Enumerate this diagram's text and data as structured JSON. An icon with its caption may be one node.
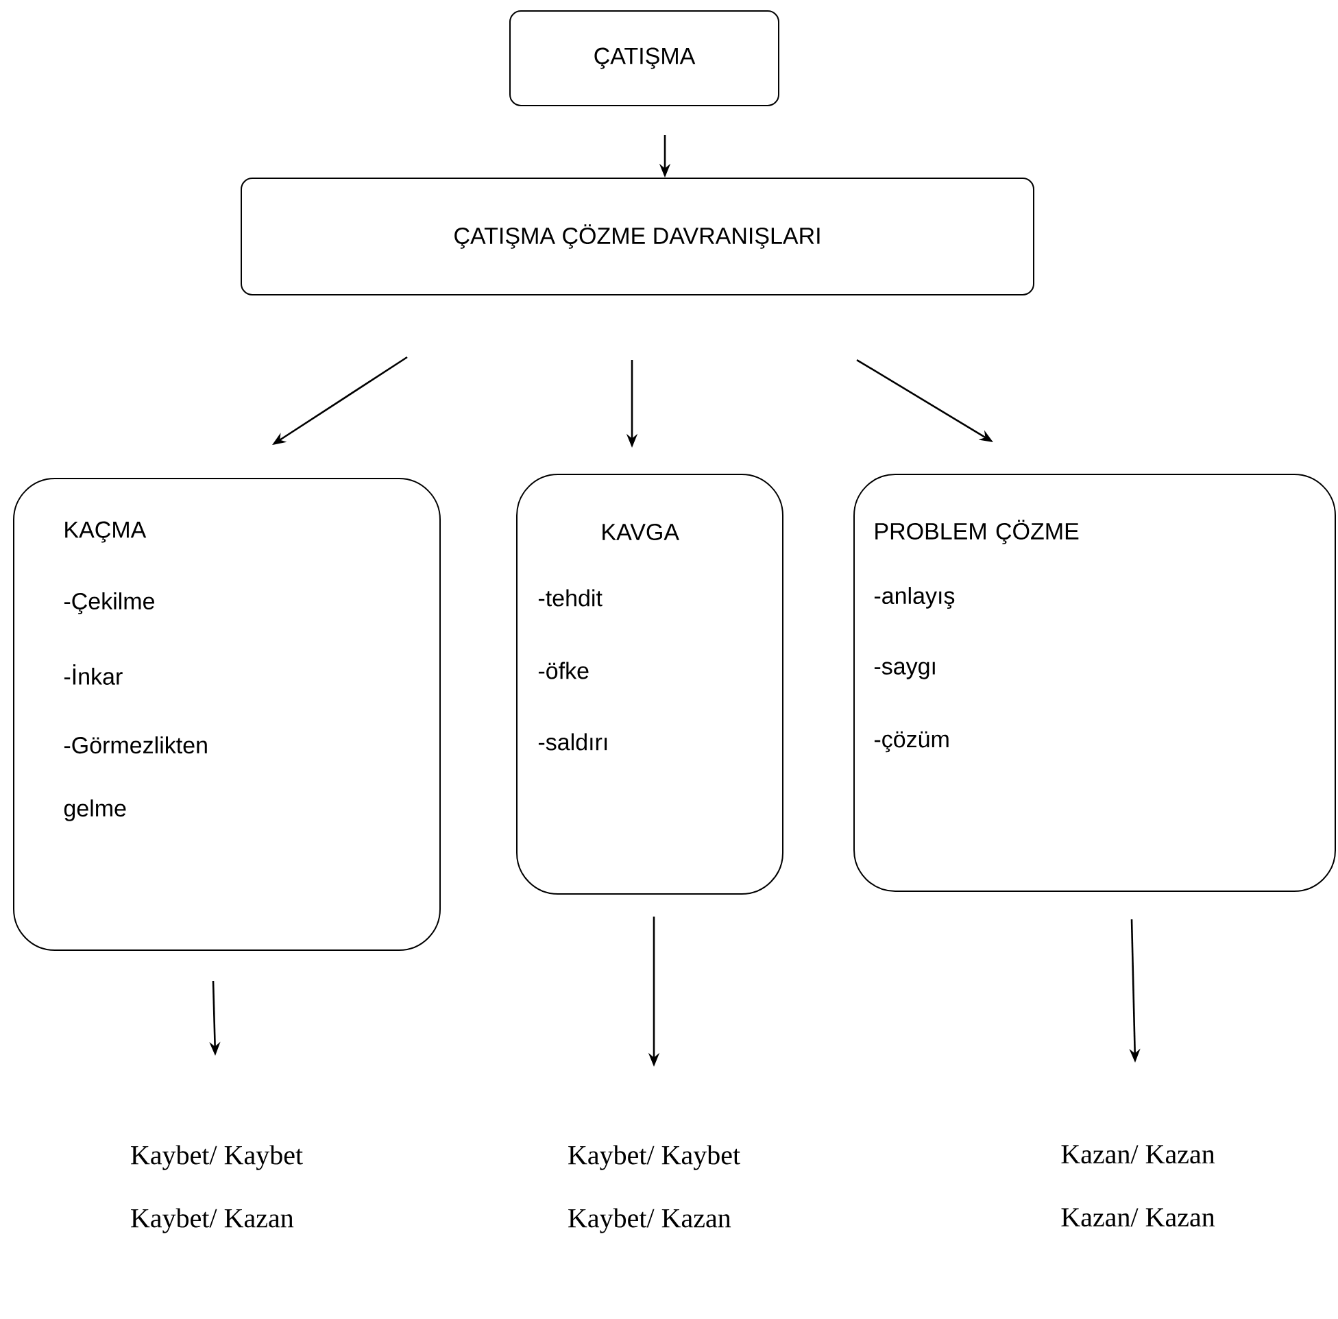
{
  "diagram": {
    "nodes": [
      {
        "text": [
          "ÇATIŞMA"
        ]
      },
      {
        "text": [
          "ÇATIŞMA ÇÖZME DAVRANIŞLARI"
        ]
      },
      {
        "text": [
          "KAÇMA",
          "-Çekilme",
          "-İnkar",
          "-Görmezlikten gelme"
        ]
      },
      {
        "text": [
          "KAVGA",
          "-tehdit",
          "-öfke",
          "-saldırı"
        ]
      },
      {
        "text": [
          "PROBLEM ÇÖZME",
          "-anlayış",
          "-saygı",
          "-çözüm"
        ]
      },
      {
        "text": [
          "Kaybet/ Kaybet",
          "Kaybet/ Kazan"
        ]
      },
      {
        "text": [
          "Kaybet/ Kaybet",
          "Kaybet/ Kazan"
        ]
      },
      {
        "text": [
          "Kazan/ Kazan",
          "Kazan/ Kazan"
        ]
      }
    ],
    "edges": [
      {
        "from": 0,
        "to": 1,
        "arrow": "to"
      },
      {
        "from": 1,
        "to": 2,
        "arrow": "to"
      },
      {
        "from": 1,
        "to": 3,
        "arrow": "to"
      },
      {
        "from": 1,
        "to": 4,
        "arrow": "to"
      },
      {
        "from": 2,
        "to": 5,
        "arrow": "to"
      },
      {
        "from": 3,
        "to": 6,
        "arrow": "to"
      },
      {
        "from": 4,
        "to": 7,
        "arrow": "to"
      }
    ]
  }
}
